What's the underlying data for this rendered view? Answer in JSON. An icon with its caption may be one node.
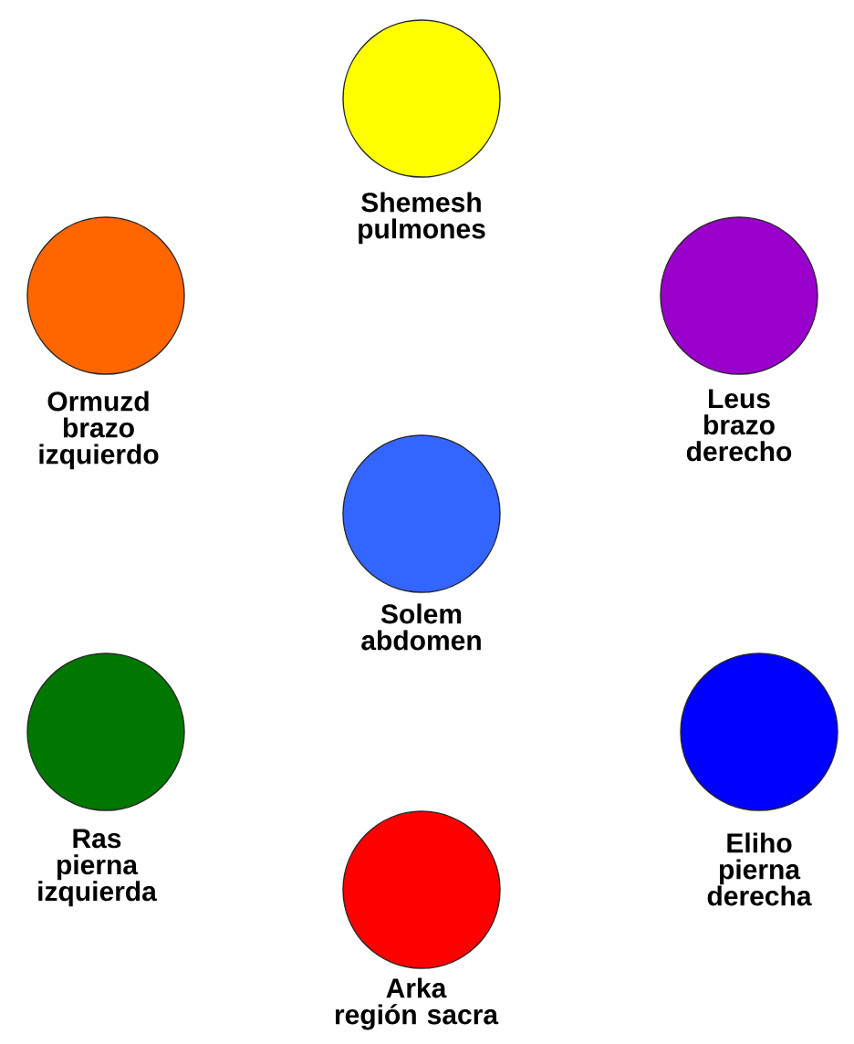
{
  "diagram": {
    "nodes": [
      {
        "text": [
          "Shemesh",
          "pulmones"
        ]
      },
      {
        "text": [
          "Ormuzd",
          "brazo izquierdo"
        ]
      },
      {
        "text": [
          "Leus",
          "brazo derecho"
        ]
      },
      {
        "text": [
          "Solem",
          "abdomen"
        ]
      },
      {
        "text": [
          "Ras",
          "pierna izquierda"
        ]
      },
      {
        "text": [
          "Eliho",
          "pierna derecha"
        ]
      },
      {
        "text": [
          "Arka",
          "región sacra"
        ]
      }
    ]
  }
}
